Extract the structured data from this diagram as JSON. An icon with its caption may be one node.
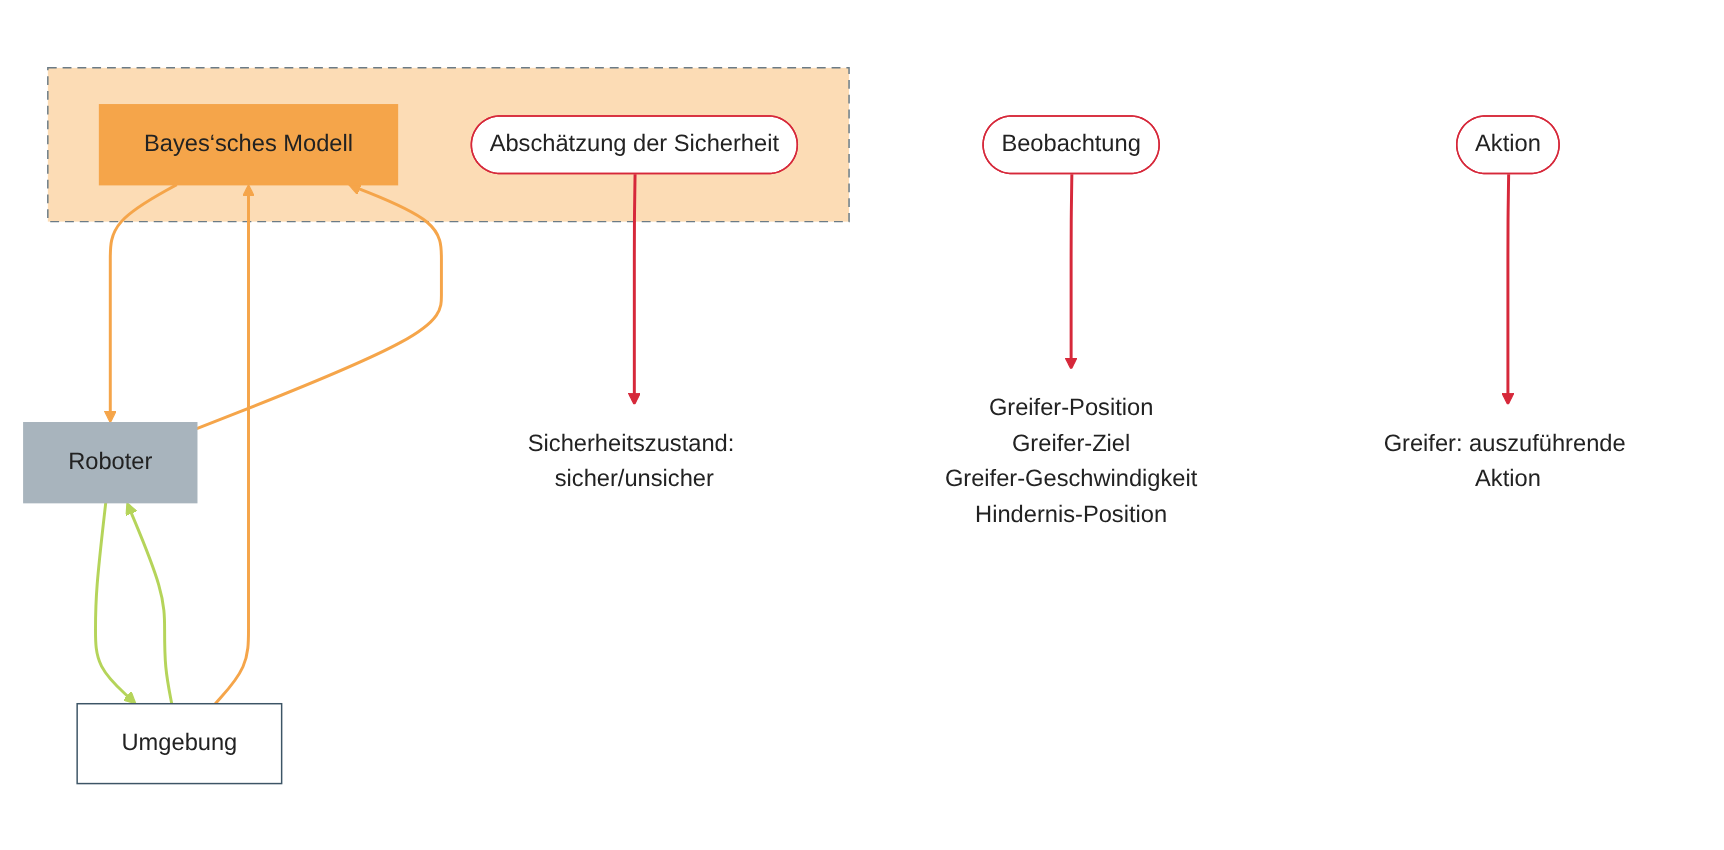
{
  "diagram": {
    "nodes": [
      {
        "text": [],
        "shape": "box"
      },
      {
        "text": [
          "Bayes‘sches Modell"
        ],
        "in": 0
      },
      {
        "text": [
          "Abschätzung der Sicherheit"
        ],
        "in": 0
      },
      {
        "text": [
          "Roboter"
        ]
      },
      {
        "text": [
          "Beobachtung"
        ]
      },
      {
        "text": [
          "Aktion"
        ]
      },
      {
        "text": [
          "Umgebung"
        ]
      },
      {
        "text": [
          "Greifer-Position",
          "Greifer-Ziel",
          "Greifer-Geschwindigkeit",
          "Hindernis-Position"
        ]
      },
      {
        "text": [
          "Sicherheitszustand: sicher/unsicher"
        ]
      },
      {
        "text": [
          "Greifer: auszuführende Aktion"
        ]
      }
    ],
    "edges": [
      {
        "from": 1,
        "to": 3,
        "arrow": "to",
        "color": "#f5a54a"
      },
      {
        "from": 3,
        "to": 6,
        "arrow": "to",
        "color": "#b5d45a"
      },
      {
        "from": 6,
        "to": 3,
        "arrow": "to",
        "color": "#b5d45a"
      },
      {
        "from": 6,
        "to": 1,
        "arrow": "to",
        "color": "#f5a54a"
      },
      {
        "from": 3,
        "to": 1,
        "arrow": "to",
        "color": "#f5a54a"
      },
      {
        "from": 2,
        "to": 8,
        "arrow": "to",
        "color": "#d6283a"
      },
      {
        "from": 4,
        "to": 7,
        "arrow": "to",
        "color": "#d6283a"
      },
      {
        "from": 5,
        "to": 9,
        "arrow": "to",
        "color": "#d6283a"
      }
    ]
  }
}
